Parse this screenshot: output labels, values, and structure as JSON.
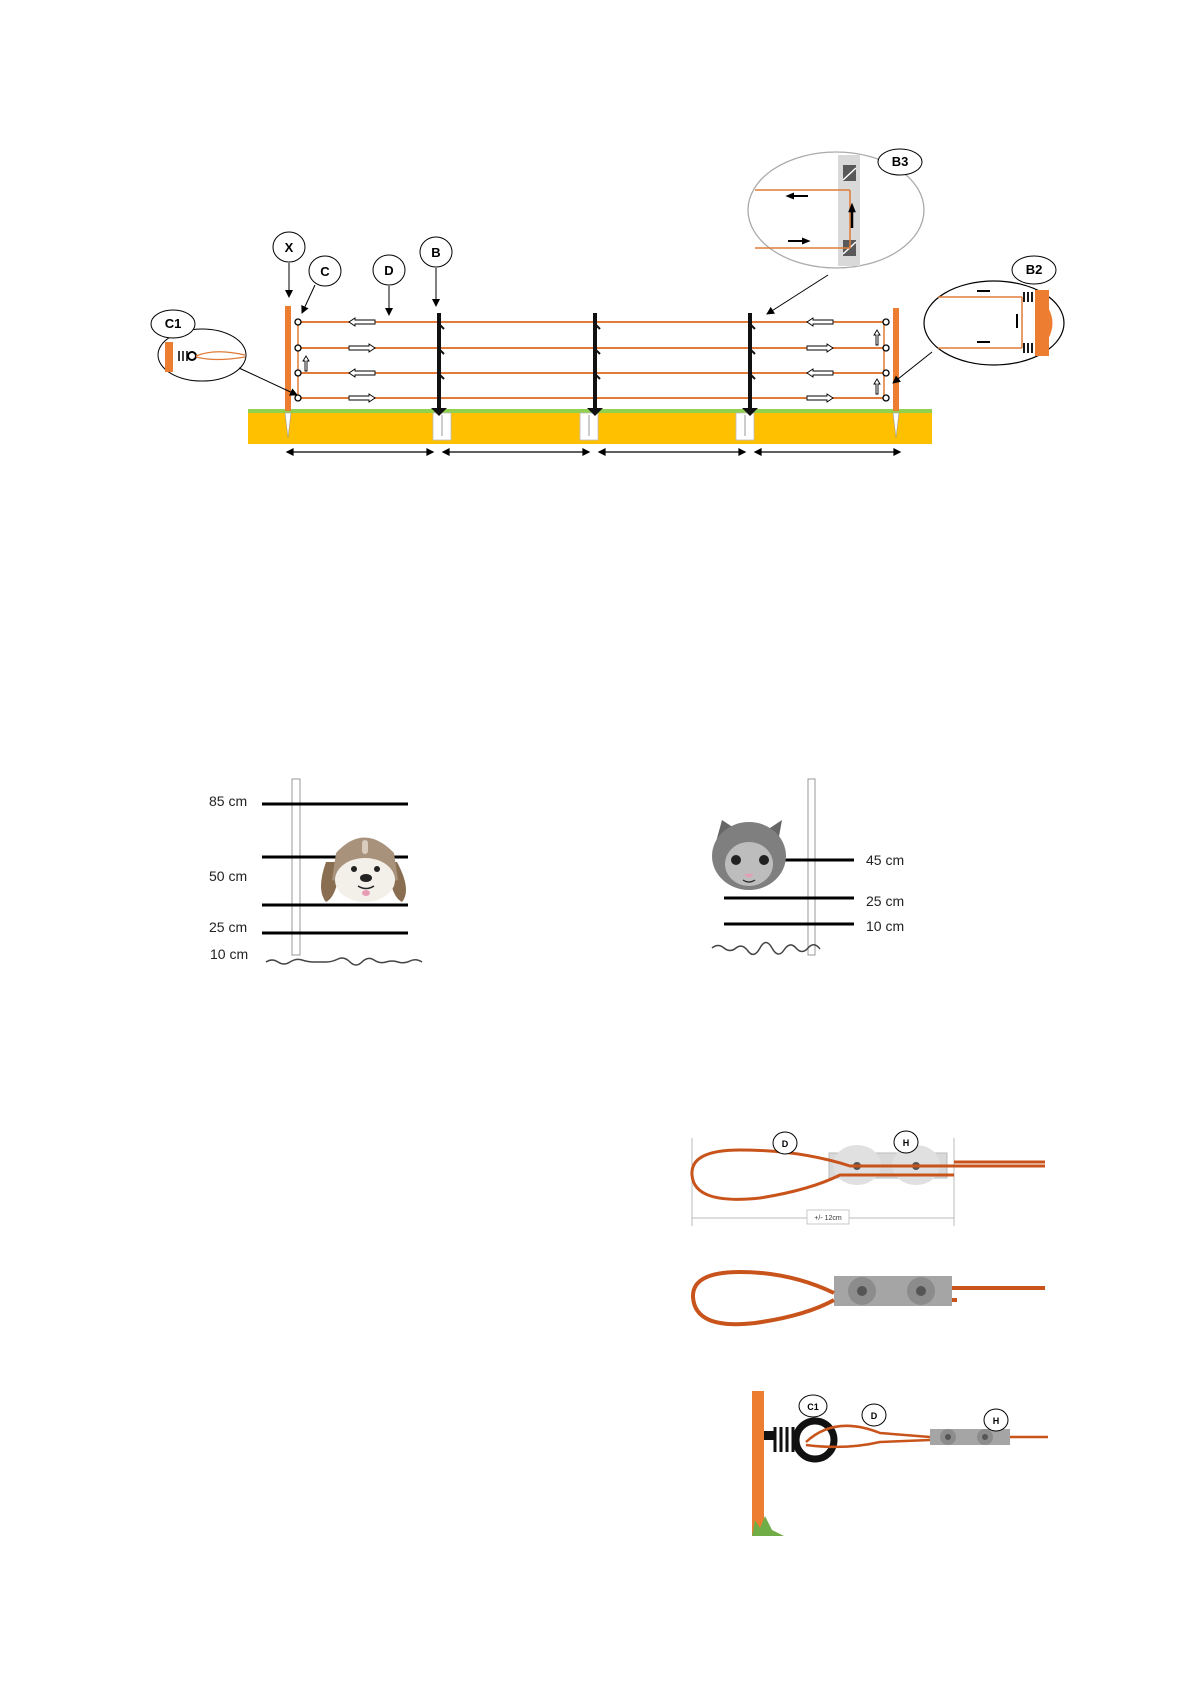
{
  "fence_diagram": {
    "callouts": {
      "x": "X",
      "c": "C",
      "d": "D",
      "b": "B",
      "b3": "B3",
      "b2": "B2",
      "c1": "C1"
    },
    "colors": {
      "wire": "#e07b39",
      "post": "#ed7d31",
      "ground": "#ffc000",
      "grass": "#92d050",
      "post_black": "#111111"
    }
  },
  "dog_diagram": {
    "heights": [
      "85 cm",
      "50 cm",
      "25 cm",
      "10 cm"
    ]
  },
  "cat_diagram": {
    "heights": [
      "45 cm",
      "25 cm",
      "10 cm"
    ]
  },
  "knot_diagram": {
    "top": {
      "label_d": "D",
      "label_h": "H",
      "measure": "+/- 12cm"
    },
    "bottom": {
      "label_c1": "C1",
      "label_d": "D",
      "label_h": "H"
    },
    "icons": [
      "insulator-ring-icon",
      "wire-clamp-icon",
      "grass-icon"
    ]
  }
}
